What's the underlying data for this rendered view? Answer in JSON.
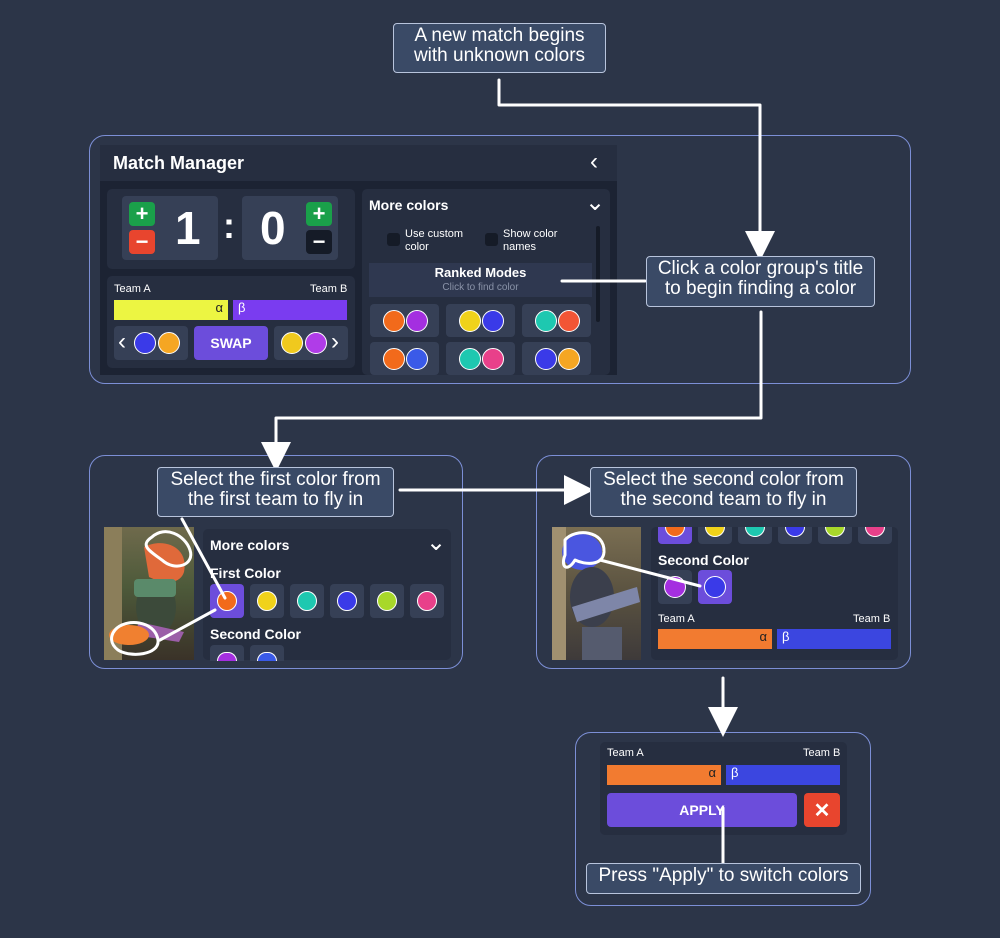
{
  "callouts": {
    "new_match": "A new match begins\nwith unknown colors",
    "click_group": "Click a color group's title\nto begin finding a color",
    "first_color": "Select the first color from\nthe first team to fly in",
    "second_color": "Select the second color from\nthe second team to fly in",
    "press_apply": "Press \"Apply\" to switch colors"
  },
  "match_manager": {
    "title": "Match Manager",
    "collapse_glyph": "‹",
    "score_a": "1",
    "score_sep": ":",
    "score_b": "0",
    "plus": "+",
    "minus": "−",
    "team_a_label": "Team A",
    "team_b_label": "Team B",
    "team_a_symbol": "α",
    "team_b_symbol": "β",
    "swap_label": "SWAP",
    "prev_glyph": "‹",
    "next_glyph": "›",
    "team_a_color": "#ecf542",
    "team_b_color": "#7a3cf0",
    "prev_pair": [
      "#3a3ae8",
      "#f5a623"
    ],
    "next_pair": [
      "#f0c91e",
      "#b03ce8"
    ]
  },
  "more_colors": {
    "title": "More colors",
    "chevron": "⌄",
    "use_custom": "Use custom\ncolor",
    "show_names": "Show color\nnames",
    "group_title": "Ranked Modes",
    "group_hint": "Click to find color",
    "pairs": [
      [
        "#f26a1b",
        "#a42fe0"
      ],
      [
        "#f0d21a",
        "#3a3ae8"
      ],
      [
        "#1ec8b0",
        "#f25535"
      ],
      [
        "#f26a1b",
        "#3a5ae8"
      ],
      [
        "#1ec8b0",
        "#e8408a"
      ],
      [
        "#3a3ae8",
        "#f5a623"
      ]
    ]
  },
  "first_panel": {
    "title": "More colors",
    "chevron": "⌄",
    "first_heading": "First Color",
    "second_heading": "Second Color",
    "first_colors": [
      "#f26a1b",
      "#f0d21a",
      "#1ec8b0",
      "#3a3ae8",
      "#a8d82a",
      "#e8408a"
    ],
    "second_colors": [
      "#a42fe0",
      "#3a5ae8"
    ]
  },
  "second_panel": {
    "top_colors": [
      "#f26a1b",
      "#f0d21a",
      "#1ec8b0",
      "#3a3ae8",
      "#a8d82a",
      "#e8408a"
    ],
    "second_heading": "Second Color",
    "second_colors": [
      "#a42fe0",
      "#3a3ae8"
    ],
    "team_a_label": "Team A",
    "team_b_label": "Team B",
    "team_a_symbol": "α",
    "team_b_symbol": "β",
    "team_a_color": "#f27b30",
    "team_b_color": "#3b46e0"
  },
  "apply_panel": {
    "team_a_label": "Team A",
    "team_b_label": "Team B",
    "team_a_symbol": "α",
    "team_b_symbol": "β",
    "team_a_color": "#f27b30",
    "team_b_color": "#3b46e0",
    "apply_label": "APPLY",
    "cancel_glyph": "✕"
  }
}
